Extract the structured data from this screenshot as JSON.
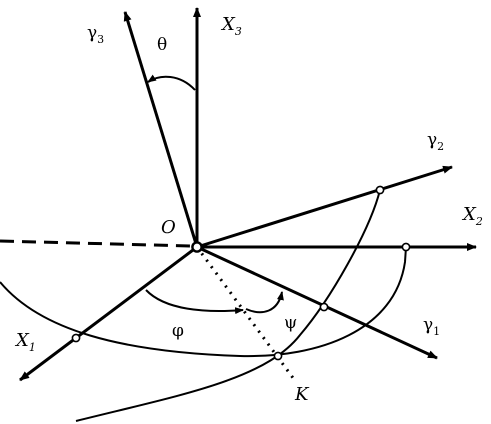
{
  "labels": {
    "X3": {
      "main": "X",
      "sub": "3"
    },
    "X2": {
      "main": "X",
      "sub": "2"
    },
    "X1": {
      "main": "X",
      "sub": "1"
    },
    "gamma3": {
      "main": "γ",
      "sub": "3"
    },
    "gamma2": {
      "main": "γ",
      "sub": "2"
    },
    "gamma1": {
      "main": "γ",
      "sub": "1"
    },
    "origin": "O",
    "nodes_line": "K",
    "theta": "θ",
    "phi": "φ",
    "psi": "ψ"
  },
  "colors": {
    "ink": "#000000",
    "background": "#ffffff"
  }
}
